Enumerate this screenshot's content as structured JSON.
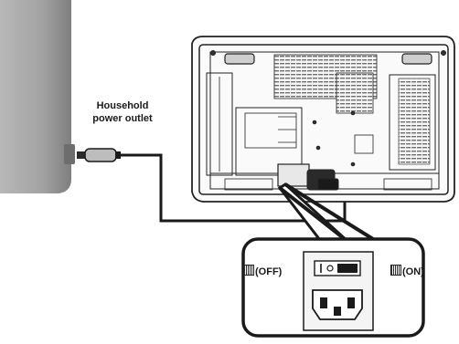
{
  "outlet": {
    "line1": "Household",
    "line2": "power outlet"
  },
  "switch": {
    "off_label": "(OFF)",
    "on_label": "(ON)"
  },
  "colors": {
    "wall": "#9a9a9a",
    "line": "#1a1a1a",
    "panel": "#f4f4f4"
  }
}
